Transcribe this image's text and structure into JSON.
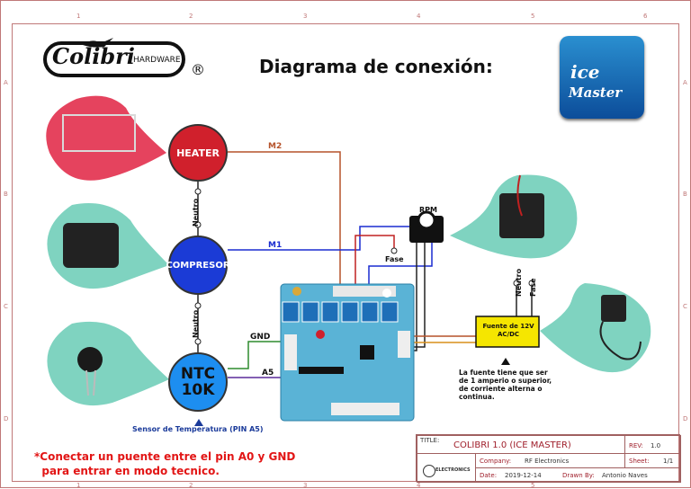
{
  "logo": {
    "brand": "Colibri",
    "suffix": "HARDWARE",
    "reg": "®"
  },
  "title": "Diagrama de conexión:",
  "ice_master": {
    "line1": "ice",
    "line2": "Master"
  },
  "components": {
    "heater": "HEATER",
    "compresor": "COMPRESOR",
    "ntc": "NTC\n10K",
    "ntc_line1": "NTC",
    "ntc_line2": "10K",
    "fuente": "Fuente de 12V\nAC/DC",
    "fuente_line1": "Fuente de 12V",
    "fuente_line2": "AC/DC",
    "rpm": "RPM"
  },
  "wire_labels": {
    "m2": "M2",
    "m1": "M1",
    "gnd": "GND",
    "a5": "A5",
    "fase_rpm": "Fase",
    "neutro1": "Neutro",
    "neutro2": "Neutro",
    "neutro_ps": "Neutro",
    "fase_ps": "Fase"
  },
  "sensor_caption": "Sensor de Temperatura (PIN A5)",
  "power_note": "La fuente tiene que ser\nde 1 amperio o superior,\nde corriente alterna o\ncontinua.",
  "power_note_lines": [
    "La fuente tiene que ser",
    "de 1 amperio o superior,",
    "de corriente alterna o",
    "continua."
  ],
  "bottom_note_lines": [
    "*Conectar un puente entre el pin A0 y GND",
    "  para entrar en modo tecnico."
  ],
  "title_block": {
    "title_label": "TITLE:",
    "title": "COLIBRI 1.0 (ICE MASTER)",
    "rev_label": "REV:",
    "rev": "1.0",
    "company_label": "Company:",
    "company": "RF Electronics",
    "sheet_label": "Sheet:",
    "sheet": "1/1",
    "date_label": "Date:",
    "date": "2019-12-14",
    "drawn_label": "Drawn By:",
    "drawn": "Antonio Naves",
    "logo_text": "ELECTRONICS"
  },
  "zones": {
    "cols": [
      "1",
      "2",
      "3",
      "4",
      "5",
      "6"
    ],
    "rows": [
      "A",
      "B",
      "C",
      "D"
    ]
  },
  "colors": {
    "heater": "#d0202c",
    "compresor": "#1b3bd6",
    "ntc": "#1d8ef0",
    "board": "#5ab3d6",
    "m2_wire": "#b5522a",
    "m1_wire": "#1a2bd0",
    "gnd_wire": "#2e8b2e",
    "a5_wire": "#5a2a9a",
    "teal": "#7fd3c0",
    "fuente": "#f5e600"
  }
}
